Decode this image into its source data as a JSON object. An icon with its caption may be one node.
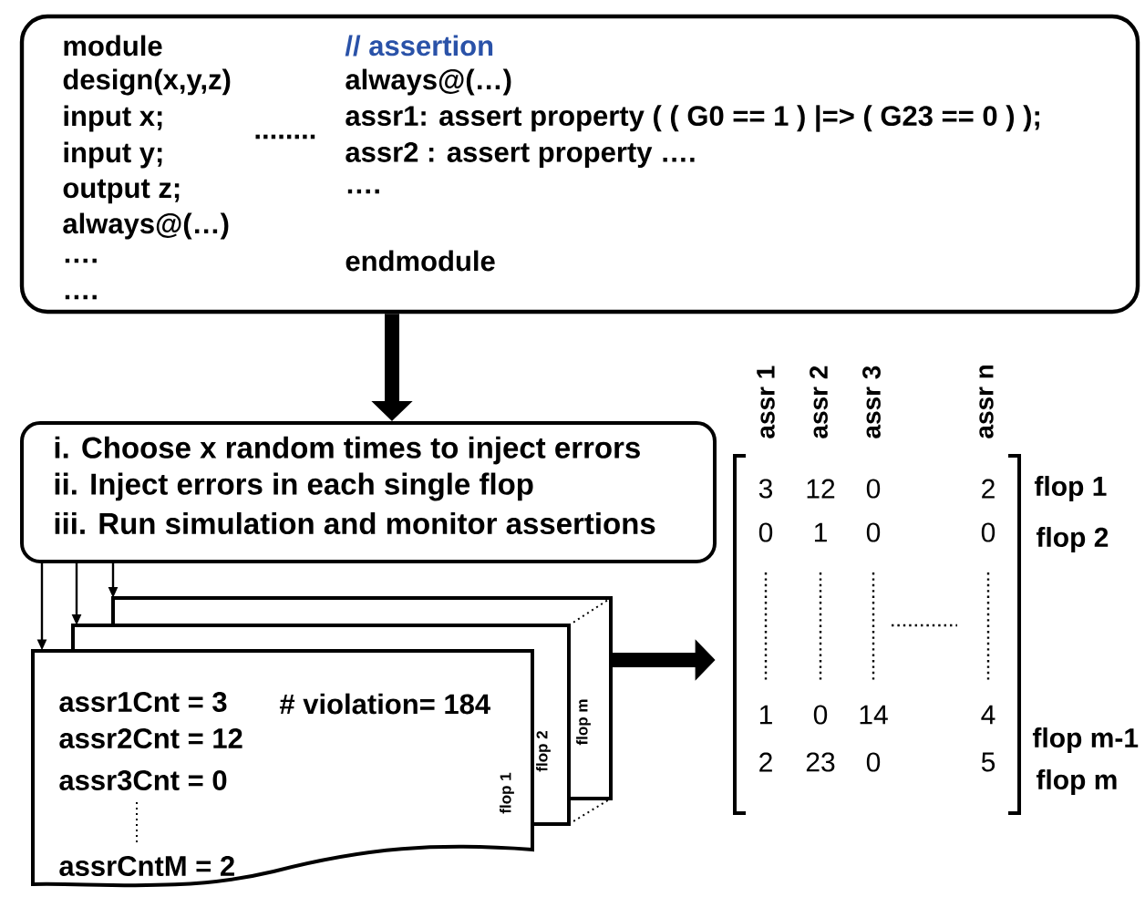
{
  "diagram": {
    "nodes": [
      {
        "text": [
          "module",
          "design(x,y,z)",
          "input x;",
          "input y;",
          "output z;",
          "always@(…)",
          "….",
          "….",
          "........",
          "// assertion",
          "always@(…)",
          "assr1: assert property ( ( G0 == 1 ) |=> ( G23 == 0 ) );",
          "assr2 : assert property  ….",
          "….",
          "endmodule"
        ]
      },
      {
        "text": [
          "i.   Choose x random times to inject errors",
          "ii.  Inject errors in each single flop",
          "iii. Run simulation and monitor assertions"
        ]
      },
      {
        "text": [
          "flop m"
        ]
      },
      {
        "text": [
          "flop 2"
        ]
      },
      {
        "text": [
          "assr1Cnt = 3",
          "assr2Cnt = 12",
          "assr3Cnt = 0",
          "assrCntM = 2",
          "# violation= 184",
          "flop 1"
        ]
      },
      {
        "text": [
          "3",
          "12",
          "0",
          "2",
          "0",
          "1",
          "0",
          "0",
          "1",
          "0",
          "14",
          "4",
          "2",
          "23",
          "0",
          "5"
        ]
      }
    ],
    "edges": [
      {
        "from": 0,
        "to": 1,
        "arrow": "to",
        "style": "thick"
      },
      {
        "from": 1,
        "to": 4,
        "arrow": "to"
      },
      {
        "from": 1,
        "to": 3,
        "arrow": "to"
      },
      {
        "from": 1,
        "to": 2,
        "arrow": "to"
      },
      {
        "from": 2,
        "to": 5,
        "arrow": "to",
        "style": "thick"
      }
    ],
    "labels": [
      "assr 1",
      "assr 2",
      "assr 3",
      "assr n",
      "flop 1",
      "flop 2",
      "flop m-1",
      "flop m"
    ]
  }
}
